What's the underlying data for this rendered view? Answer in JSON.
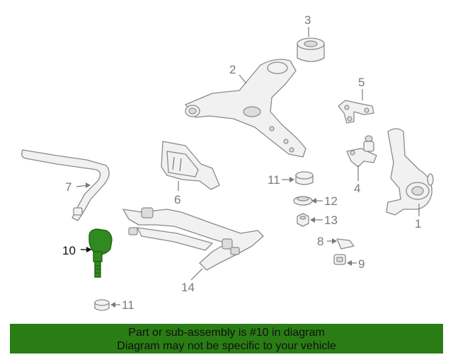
{
  "callouts": {
    "c1": "1",
    "c2": "2",
    "c3": "3",
    "c4": "4",
    "c5": "5",
    "c6": "6",
    "c7": "7",
    "c8": "8",
    "c9": "9",
    "c10": "10",
    "c11a": "11",
    "c11b": "11",
    "c12": "12",
    "c13": "13",
    "c14": "14"
  },
  "banner": {
    "line1": "Part or sub-assembly is #10 in diagram",
    "line2": "Diagram may not be specific to your vehicle"
  },
  "colors": {
    "highlight": "#2f8a1f",
    "banner": "#2a7d14",
    "line": "#8a8a8a"
  }
}
